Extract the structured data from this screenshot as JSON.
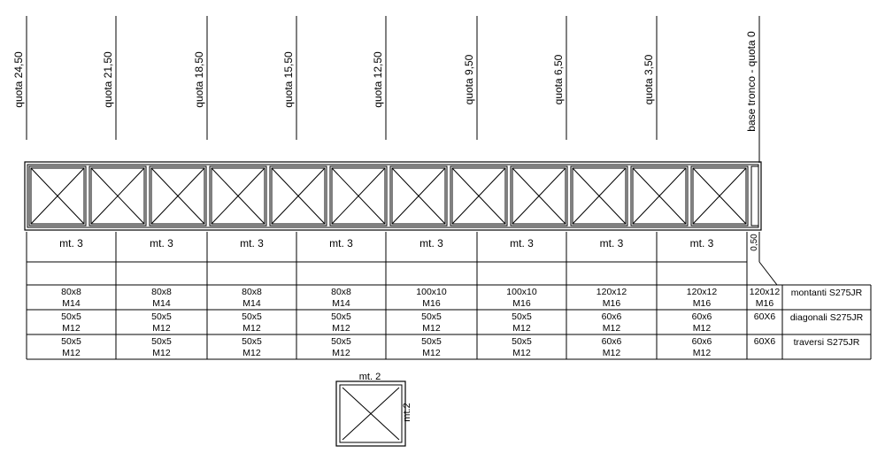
{
  "quota_labels": [
    "quota 24,50",
    "quota 21,50",
    "quota 18,50",
    "quota 15,50",
    "quota 12,50",
    "quota 9,50",
    "quota 6,50",
    "quota 3,50",
    "base tronco - quota 0"
  ],
  "segment_labels": [
    "mt. 3",
    "mt. 3",
    "mt. 3",
    "mt. 3",
    "mt. 3",
    "mt. 3",
    "mt. 3",
    "mt. 3"
  ],
  "end_label": "0,50",
  "rows": [
    {
      "name": "montanti S275JR",
      "sizes": [
        "80x8",
        "80x8",
        "80x8",
        "80x8",
        "100x10",
        "100x10",
        "120x12",
        "120x12",
        "120x12"
      ],
      "bolts": [
        "M14",
        "M14",
        "M14",
        "M14",
        "M16",
        "M16",
        "M16",
        "M16",
        "M16"
      ]
    },
    {
      "name": "diagonali S275JR",
      "sizes": [
        "50x5",
        "50x5",
        "50x5",
        "50x5",
        "50x5",
        "50x5",
        "60x6",
        "60x6",
        "60X6"
      ],
      "bolts": [
        "M12",
        "M12",
        "M12",
        "M12",
        "M12",
        "M12",
        "M12",
        "M12",
        ""
      ]
    },
    {
      "name": "traversi S275JR",
      "sizes": [
        "50x5",
        "50x5",
        "50x5",
        "50x5",
        "50x5",
        "50x5",
        "60x6",
        "60x6",
        "60X6"
      ],
      "bolts": [
        "M12",
        "M12",
        "M12",
        "M12",
        "M12",
        "M12",
        "M12",
        "M12",
        ""
      ]
    }
  ],
  "detail": {
    "top_label": "mt. 2",
    "side_label": "mt.2"
  }
}
